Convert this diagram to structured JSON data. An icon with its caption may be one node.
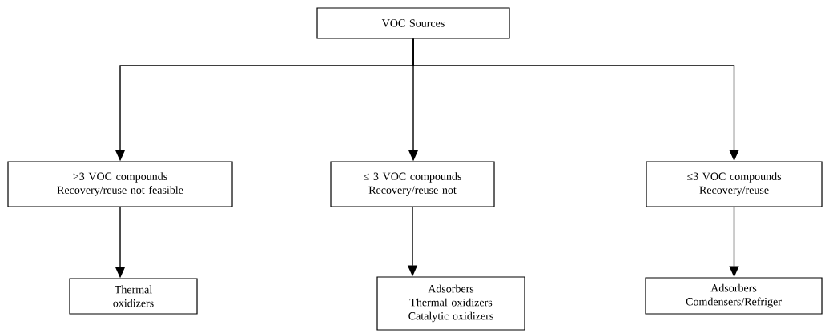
{
  "diagram": {
    "nodes": [
      {
        "text": [
          "VOC Sources"
        ]
      },
      {
        "text": [
          ">3 VOC compounds",
          "Recovery/reuse not feasible"
        ]
      },
      {
        "text": [
          "≤ 3 VOC compounds",
          "Recovery/reuse not"
        ]
      },
      {
        "text": [
          "≤3 VOC compounds",
          "Recovery/reuse"
        ]
      },
      {
        "text": [
          "Thermal oxidizers"
        ]
      },
      {
        "text": [
          "Adsorbers",
          "Thermal oxidizers",
          "Catalytic oxidizers"
        ]
      },
      {
        "text": [
          "Adsorbers",
          "Comdensers/Refriger"
        ]
      }
    ],
    "edges": [
      {
        "from": 0,
        "to": 1,
        "arrow": "to"
      },
      {
        "from": 0,
        "to": 2,
        "arrow": "to"
      },
      {
        "from": 0,
        "to": 3,
        "arrow": "to"
      },
      {
        "from": 1,
        "to": 4,
        "arrow": "to"
      },
      {
        "from": 2,
        "to": 5,
        "arrow": "to"
      },
      {
        "from": 3,
        "to": 6,
        "arrow": "to"
      }
    ]
  }
}
